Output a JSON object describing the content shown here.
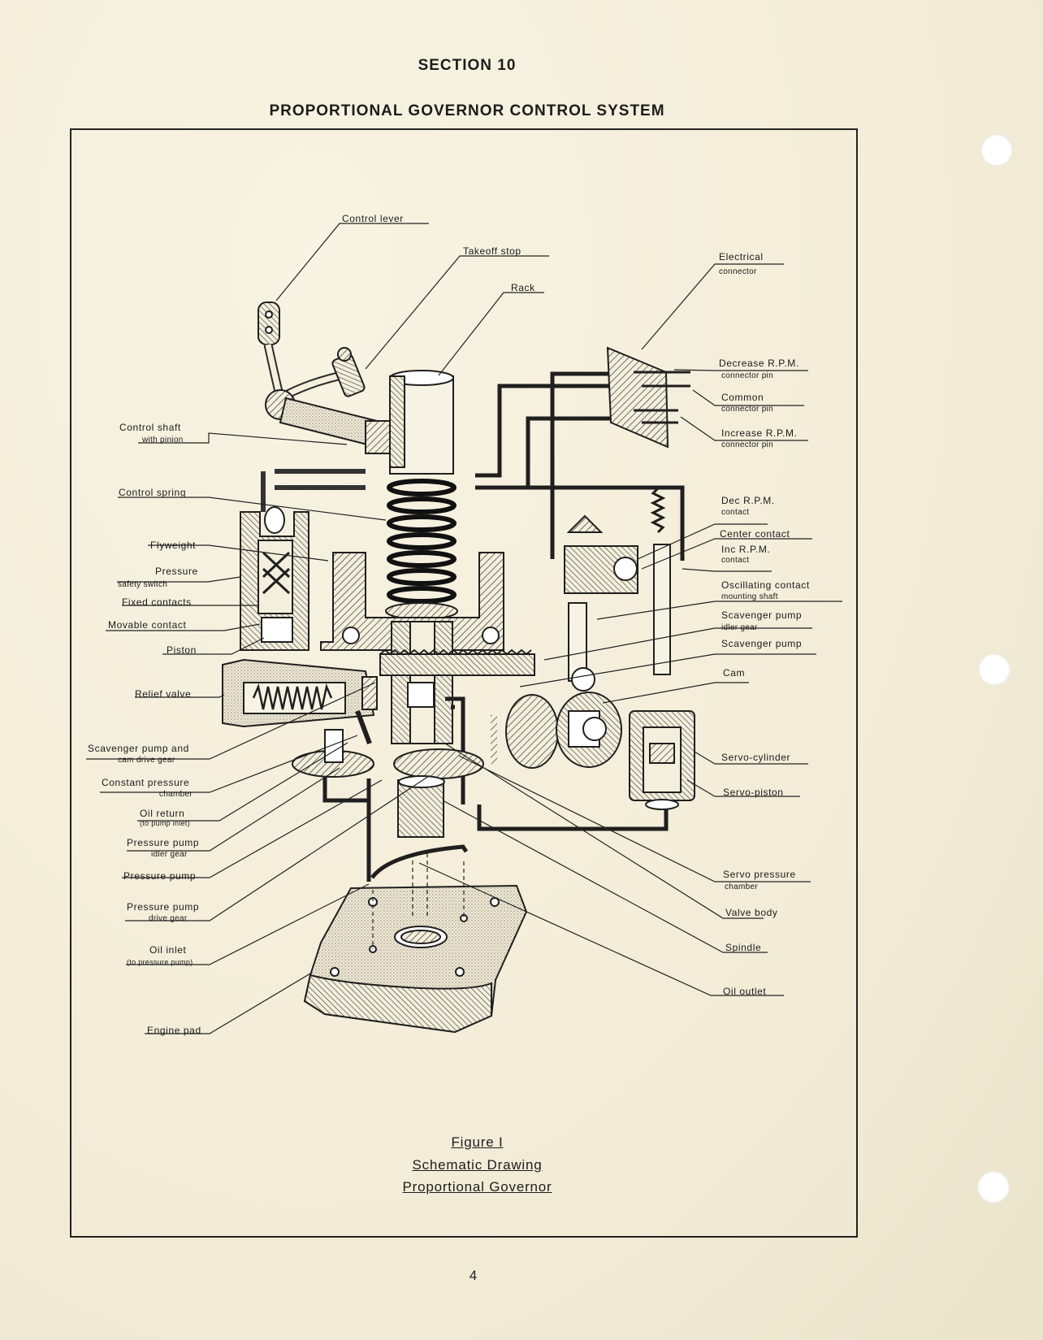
{
  "header": {
    "section": "SECTION 10",
    "title": "PROPORTIONAL GOVERNOR CONTROL SYSTEM"
  },
  "labels": {
    "control_lever": "Control lever",
    "takeoff_stop": "Takeoff stop",
    "rack": "Rack",
    "electrical_connector_1": "Electrical",
    "electrical_connector_2": "connector",
    "decrease_rpm_1": "Decrease R.P.M.",
    "decrease_rpm_2": "connector pin",
    "common_1": "Common",
    "common_2": "connector pin",
    "increase_rpm_1": "Increase R.P.M.",
    "increase_rpm_2": "connector pin",
    "control_shaft_1": "Control shaft",
    "control_shaft_2": "with pinion",
    "control_spring": "Control spring",
    "flyweight": "Flyweight",
    "pressure_safety_1": "Pressure",
    "pressure_safety_2": "safety switch",
    "fixed_contacts": "Fixed contacts",
    "movable_contact": "Movable contact",
    "piston": "Piston",
    "relief_valve": "Relief valve",
    "scavenger_cam_1": "Scavenger pump and",
    "scavenger_cam_2": "cam drive gear",
    "constant_pressure_1": "Constant pressure",
    "constant_pressure_2": "chamber",
    "oil_return_1": "Oil return",
    "oil_return_2": "(to pump inlet)",
    "pressure_idler_1": "Pressure pump",
    "pressure_idler_2": "idler gear",
    "pressure_pump": "Pressure pump",
    "pressure_drive_1": "Pressure pump",
    "pressure_drive_2": "drive gear",
    "oil_inlet_1": "Oil inlet",
    "oil_inlet_2": "(to pressure pump)",
    "engine_pad": "Engine pad",
    "dec_rpm_contact_1": "Dec R.P.M.",
    "dec_rpm_contact_2": "contact",
    "center_contact": "Center contact",
    "inc_rpm_contact_1": "Inc R.P.M.",
    "inc_rpm_contact_2": "contact",
    "oscillating_1": "Oscillating contact",
    "oscillating_2": "mounting shaft",
    "scav_idler_1": "Scavenger pump",
    "scav_idler_2": "idler gear",
    "scavenger_pump": "Scavenger pump",
    "cam": "Cam",
    "servo_cylinder": "Servo-cylinder",
    "servo_piston": "Servo-piston",
    "servo_pressure_1": "Servo pressure",
    "servo_pressure_2": "chamber",
    "valve_body": "Valve body",
    "spindle": "Spindle",
    "oil_outlet": "Oil outlet"
  },
  "caption": {
    "figure": "Figure I",
    "line1": "Schematic Drawing",
    "line2": "Proportional Governor"
  },
  "page_number": "4"
}
